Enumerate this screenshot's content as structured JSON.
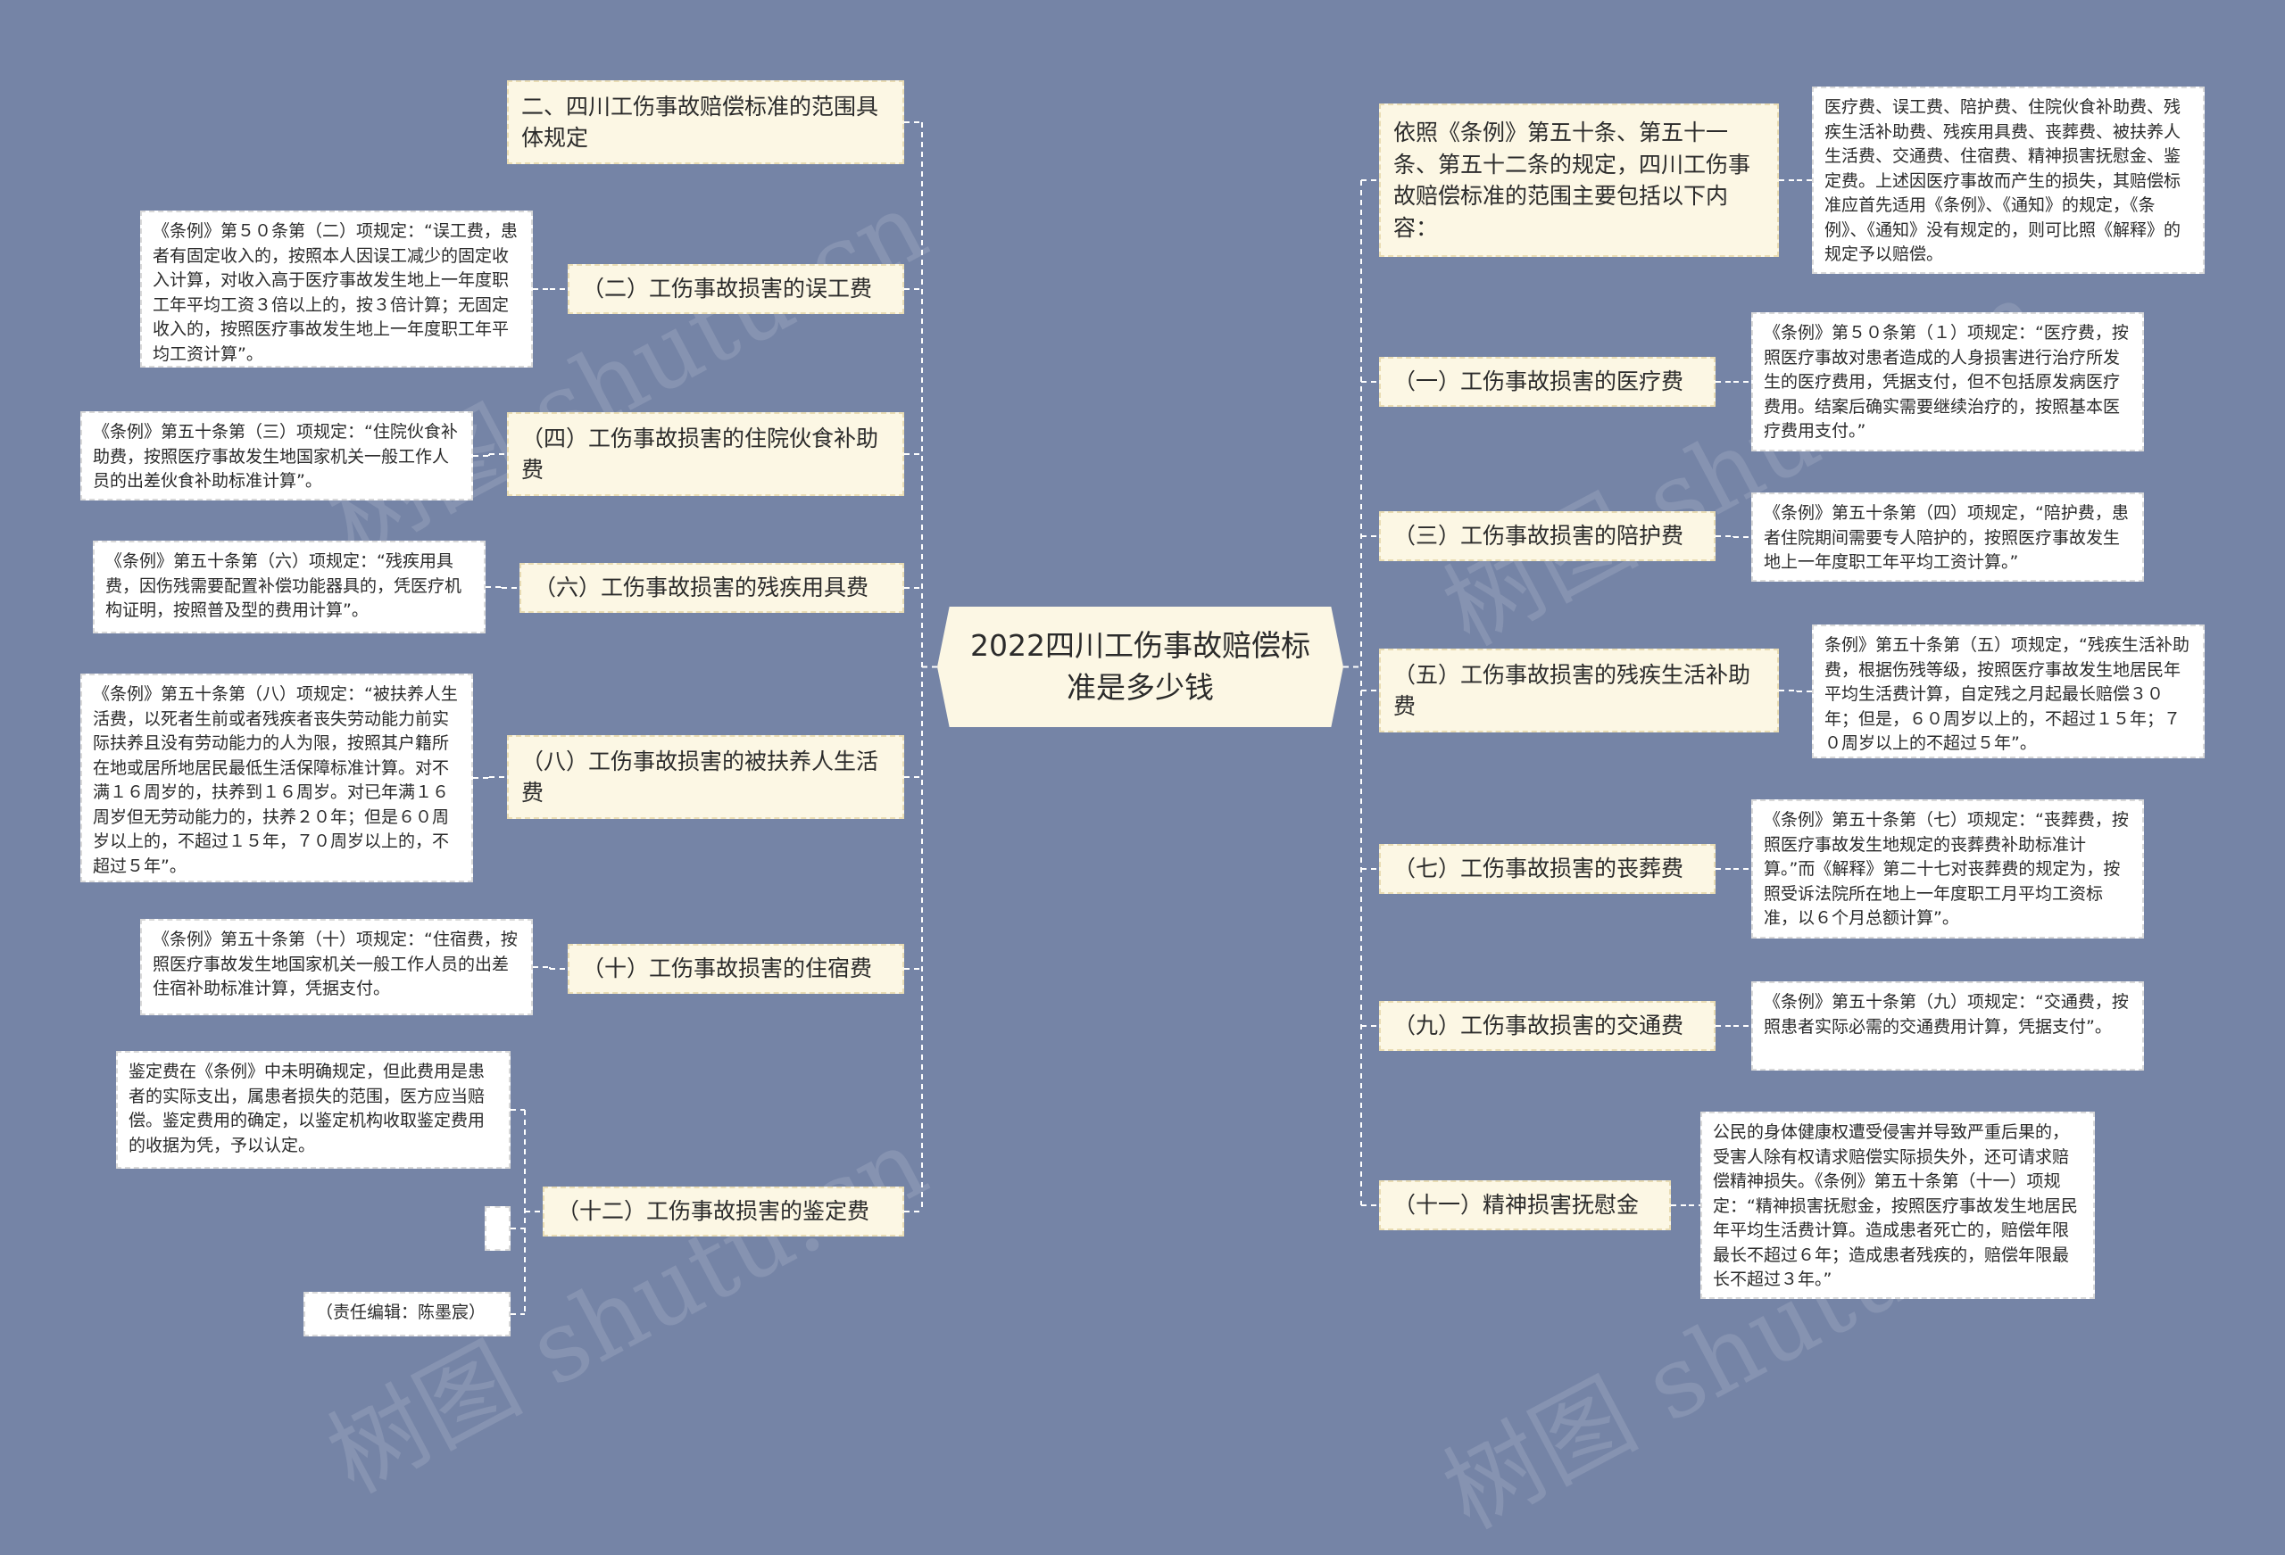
{
  "root": {
    "title": "2022四川工伤事故赔偿标准是多少钱"
  },
  "left": [
    {
      "id": "L1",
      "label": "二、四川工伤事故赔偿标准的范围具体规定",
      "details": []
    },
    {
      "id": "L2",
      "label": "（二）工伤事故损害的误工费",
      "details": [
        "《条例》第５０条第（二）项规定：“误工费，患者有固定收入的，按照本人因误工减少的固定收入计算，对收入高于医疗事故发生地上一年度职工年平均工资３倍以上的，按３倍计算；无固定收入的，按照医疗事故发生地上一年度职工年平均工资计算”。"
      ]
    },
    {
      "id": "L3",
      "label": "（四）工伤事故损害的住院伙食补助费",
      "details": [
        "《条例》第五十条第（三）项规定：“住院伙食补助费，按照医疗事故发生地国家机关一般工作人员的出差伙食补助标准计算”。"
      ]
    },
    {
      "id": "L4",
      "label": "（六）工伤事故损害的残疾用具费",
      "details": [
        "《条例》第五十条第（六）项规定：“残疾用具费，因伤残需要配置补偿功能器具的，凭医疗机构证明，按照普及型的费用计算”。"
      ]
    },
    {
      "id": "L5",
      "label": "（八）工伤事故损害的被扶养人生活费",
      "details": [
        "《条例》第五十条第（八）项规定：“被扶养人生活费，以死者生前或者残疾者丧失劳动能力前实际扶养且没有劳动能力的人为限，按照其户籍所在地或居所地居民最低生活保障标准计算。对不满１６周岁的，扶养到１６周岁。对已年满１６周岁但无劳动能力的，扶养２０年；但是６０周岁以上的，不超过１５年，７０周岁以上的，不超过５年”。"
      ]
    },
    {
      "id": "L6",
      "label": "（十）工伤事故损害的住宿费",
      "details": [
        "《条例》第五十条第（十）项规定：“住宿费，按照医疗事故发生地国家机关一般工作人员的出差住宿补助标准计算，凭据支付。"
      ]
    },
    {
      "id": "L7",
      "label": "（十二）工伤事故损害的鉴定费",
      "details": [
        "鉴定费在《条例》中未明确规定，但此费用是患者的实际支出，属患者损失的范围，医方应当赔偿。鉴定费用的确定，以鉴定机构收取鉴定费用的收据为凭，予以认定。",
        "",
        "（责任编辑：陈墨宸）"
      ]
    }
  ],
  "right": [
    {
      "id": "R1",
      "label": "依照《条例》第五十条、第五十一条、第五十二条的规定，四川工伤事故赔偿标准的范围主要包括以下内容：",
      "details": [
        "医疗费、误工费、陪护费、住院伙食补助费、残疾生活补助费、残疾用具费、丧葬费、被扶养人生活费、交通费、住宿费、精神损害抚慰金、鉴定费。上述因医疗事故而产生的损失，其赔偿标准应首先适用《条例》、《通知》的规定，《条例》、《通知》没有规定的，则可比照《解释》的规定予以赔偿。"
      ]
    },
    {
      "id": "R2",
      "label": "（一）工伤事故损害的医疗费",
      "details": [
        "《条例》第５０条第（１）项规定：“医疗费，按照医疗事故对患者造成的人身损害进行治疗所发生的医疗费用，凭据支付，但不包括原发病医疗费用。结案后确实需要继续治疗的，按照基本医疗费用支付。”"
      ]
    },
    {
      "id": "R3",
      "label": "（三）工伤事故损害的陪护费",
      "details": [
        "《条例》第五十条第（四）项规定，“陪护费，患者住院期间需要专人陪护的，按照医疗事故发生地上一年度职工年平均工资计算。”"
      ]
    },
    {
      "id": "R4",
      "label": "（五）工伤事故损害的残疾生活补助费",
      "details": [
        "条例》第五十条第（五）项规定，“残疾生活补助费，根据伤残等级，按照医疗事故发生地居民年平均生活费计算，自定残之月起最长赔偿３０年；但是，６０周岁以上的，不超过１５年；７０周岁以上的不超过５年”。"
      ]
    },
    {
      "id": "R5",
      "label": "（七）工伤事故损害的丧葬费",
      "details": [
        "《条例》第五十条第（七）项规定：“丧葬费，按照医疗事故发生地规定的丧葬费补助标准计算。”而《解释》第二十七对丧葬费的规定为，按照受诉法院所在地上一年度职工月平均工资标准，以６个月总额计算”。"
      ]
    },
    {
      "id": "R6",
      "label": "（九）工伤事故损害的交通费",
      "details": [
        "《条例》第五十条第（九）项规定：“交通费，按照患者实际必需的交通费用计算，凭据支付”。"
      ]
    },
    {
      "id": "R7",
      "label": "（十一）精神损害抚慰金",
      "details": [
        "公民的身体健康权遭受侵害并导致严重后果的，受害人除有权请求赔偿实际损失外，还可请求赔偿精神损失。《条例》第五十条第（十一）项规定：“精神损害抚慰金，按照医疗事故发生地居民年平均生活费计算。造成患者死亡的，赔偿年限最长不超过６年；造成患者残疾的，赔偿年限最长不超过３年。”"
      ]
    }
  ],
  "watermark": "树图 shutu.cn"
}
